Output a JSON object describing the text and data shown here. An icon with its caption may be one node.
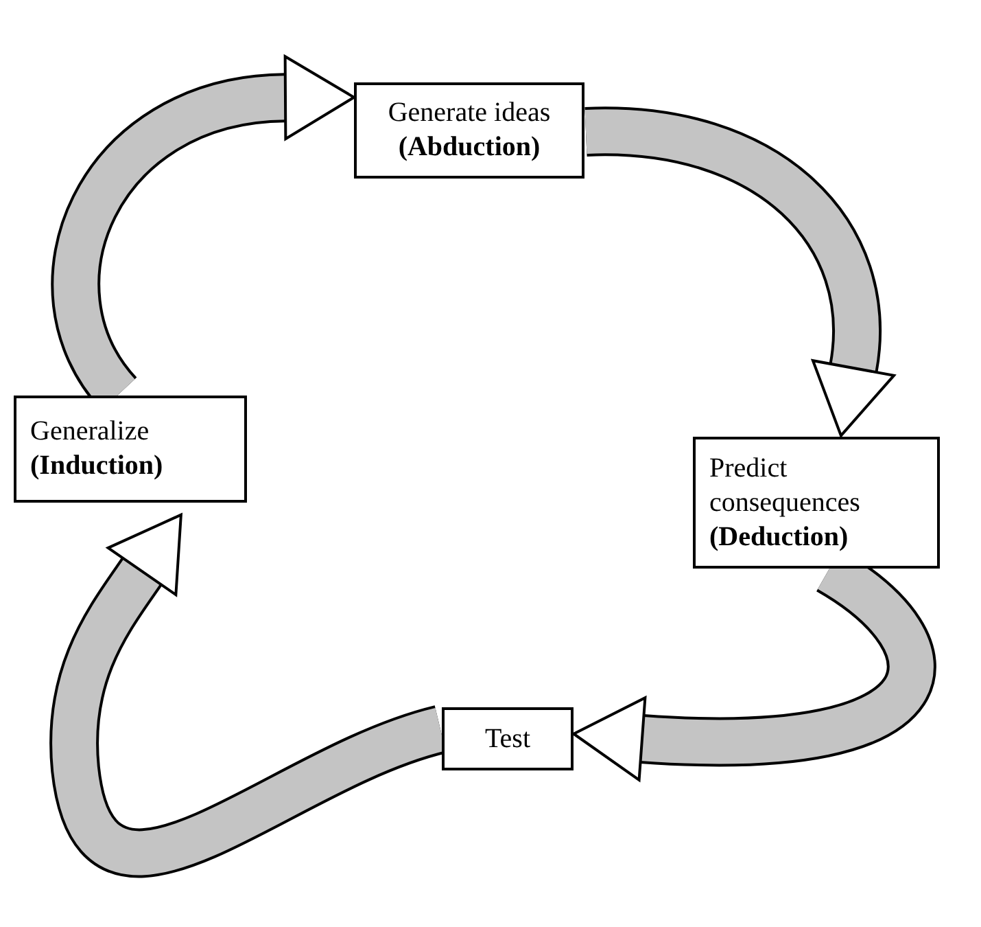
{
  "diagram": {
    "nodes": [
      {
        "text": [
          "Generate ideas",
          "(Abduction)"
        ]
      },
      {
        "text": [
          "Predict consequences",
          "(Deduction)"
        ]
      },
      {
        "text": [
          "Test"
        ]
      },
      {
        "text": [
          "Generalize",
          "(Induction)"
        ]
      }
    ],
    "edges": [
      {
        "from": 0,
        "to": 1,
        "arrow": "to"
      },
      {
        "from": 1,
        "to": 2,
        "arrow": "to"
      },
      {
        "from": 2,
        "to": 3,
        "arrow": "to"
      },
      {
        "from": 3,
        "to": 0,
        "arrow": "to"
      }
    ]
  }
}
